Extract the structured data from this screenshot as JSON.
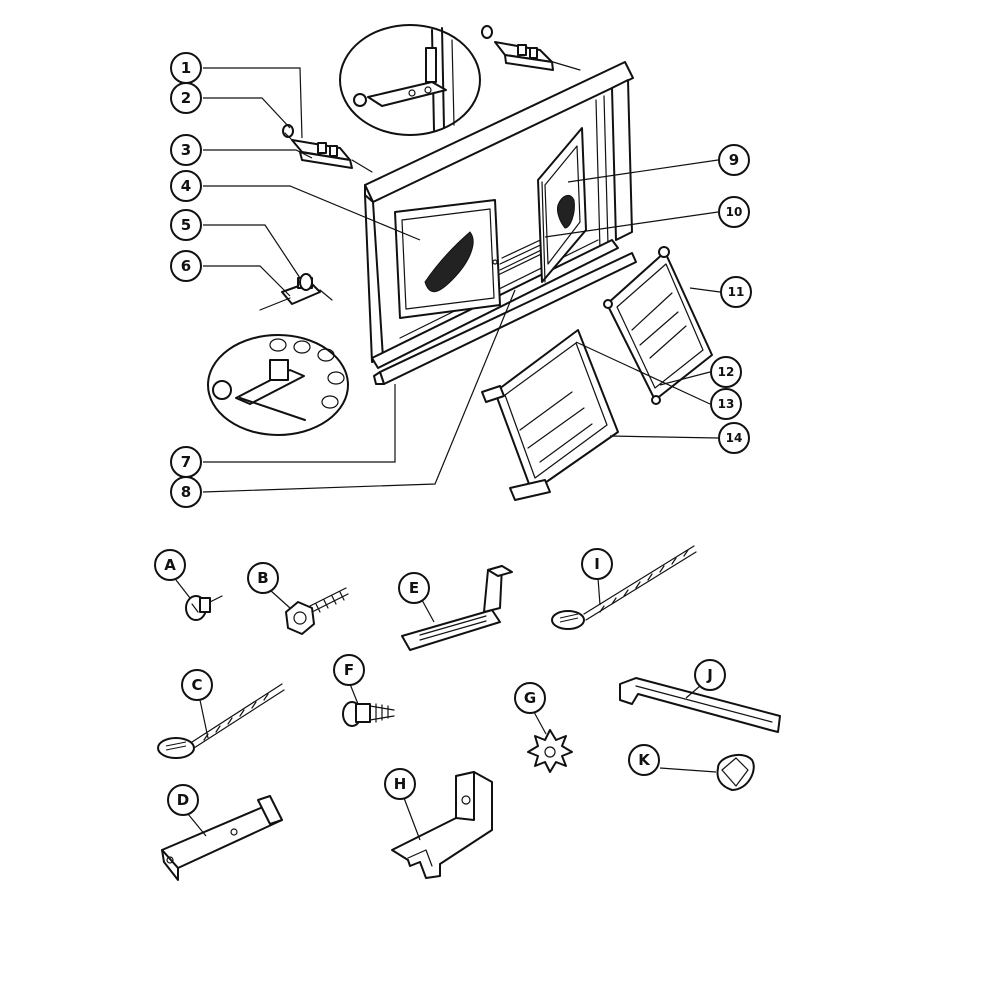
{
  "callouts": {
    "c1": "1",
    "c2": "2",
    "c3": "3",
    "c4": "4",
    "c5": "5",
    "c6": "6",
    "c7": "7",
    "c8": "8",
    "c9": "9",
    "c10": "10",
    "c11": "11",
    "c12": "12",
    "c13": "13",
    "c14": "14",
    "cA": "A",
    "cB": "B",
    "cC": "C",
    "cD": "D",
    "cE": "E",
    "cF": "F",
    "cG": "G",
    "cH": "H",
    "cI": "I",
    "cJ": "J",
    "cK": "K"
  }
}
